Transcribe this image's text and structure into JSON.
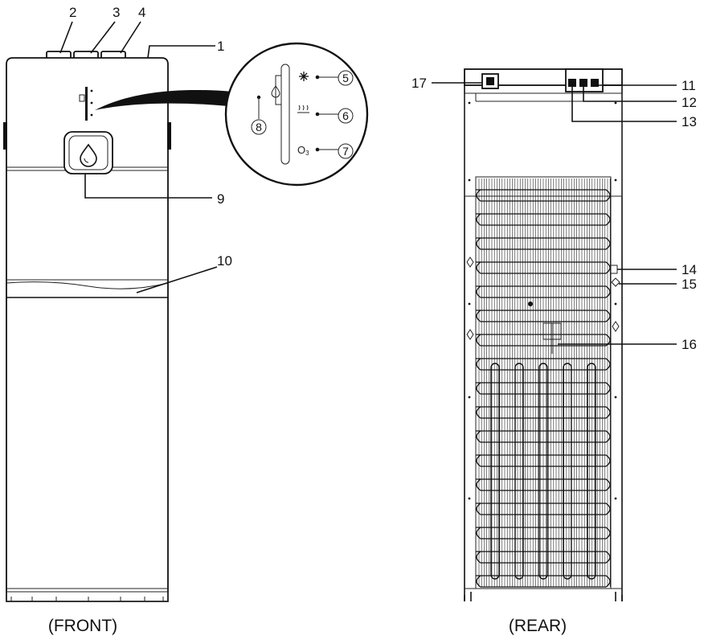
{
  "callouts": {
    "n1": "1",
    "n2": "2",
    "n3": "3",
    "n4": "4",
    "n9": "9",
    "n10": "10",
    "n11": "11",
    "n12": "12",
    "n13": "13",
    "n14": "14",
    "n15": "15",
    "n16": "16",
    "n17": "17"
  },
  "panel_callouts": {
    "n5": "5",
    "n6": "6",
    "n7": "7",
    "n8": "8"
  },
  "panel_icons": {
    "cold": "snowflake-icon",
    "hot": "heat-waves-icon",
    "ozone": "ozone-icon",
    "ozone_label": "O",
    "ozone_sub": "3",
    "child_lock": "drop-lock-icon"
  },
  "captions": {
    "front": "(FRONT)",
    "rear": "(REAR)"
  }
}
